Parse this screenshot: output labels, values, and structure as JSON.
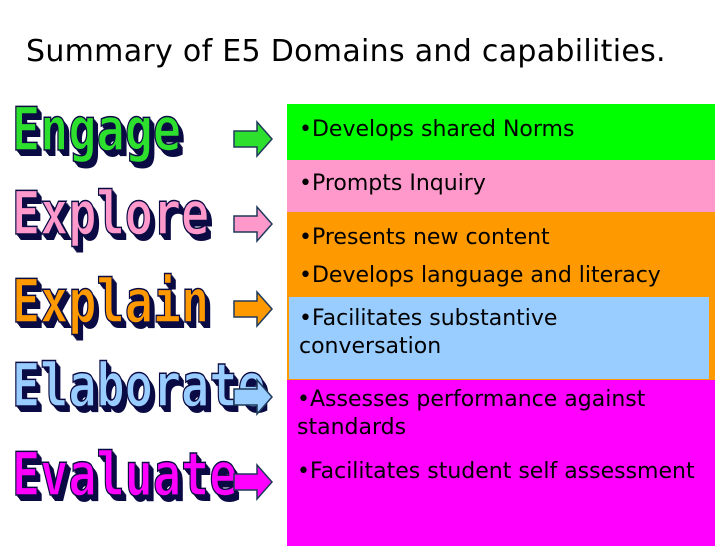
{
  "title": "Summary of E5 Domains and capabilities.",
  "domains": [
    {
      "label": "Engage",
      "color": "#2ee02e"
    },
    {
      "label": "Explore",
      "color": "#ff99cc"
    },
    {
      "label": "Explain",
      "color": "#ff9900"
    },
    {
      "label": "Elaborate",
      "color": "#99ccff"
    },
    {
      "label": "Evaluate",
      "color": "#ff00ff"
    }
  ],
  "capabilities": [
    {
      "text": "•Develops shared Norms",
      "color": "#00ff00"
    },
    {
      "text": "•Prompts Inquiry",
      "color": "#ff99cc"
    },
    {
      "text": "•Presents new content",
      "color": "#ff9900"
    },
    {
      "text": "•Develops language and literacy",
      "color": "#ff9900"
    },
    {
      "text": "•Facilitates substantive conversation",
      "color": "#99ccff"
    },
    {
      "text": "•Assesses performance against standards",
      "color": "#ff00ff"
    },
    {
      "text": "•Facilitates student self assessment",
      "color": "#ff00ff"
    }
  ],
  "icons": {
    "arrow": "right-block-arrow-icon"
  }
}
